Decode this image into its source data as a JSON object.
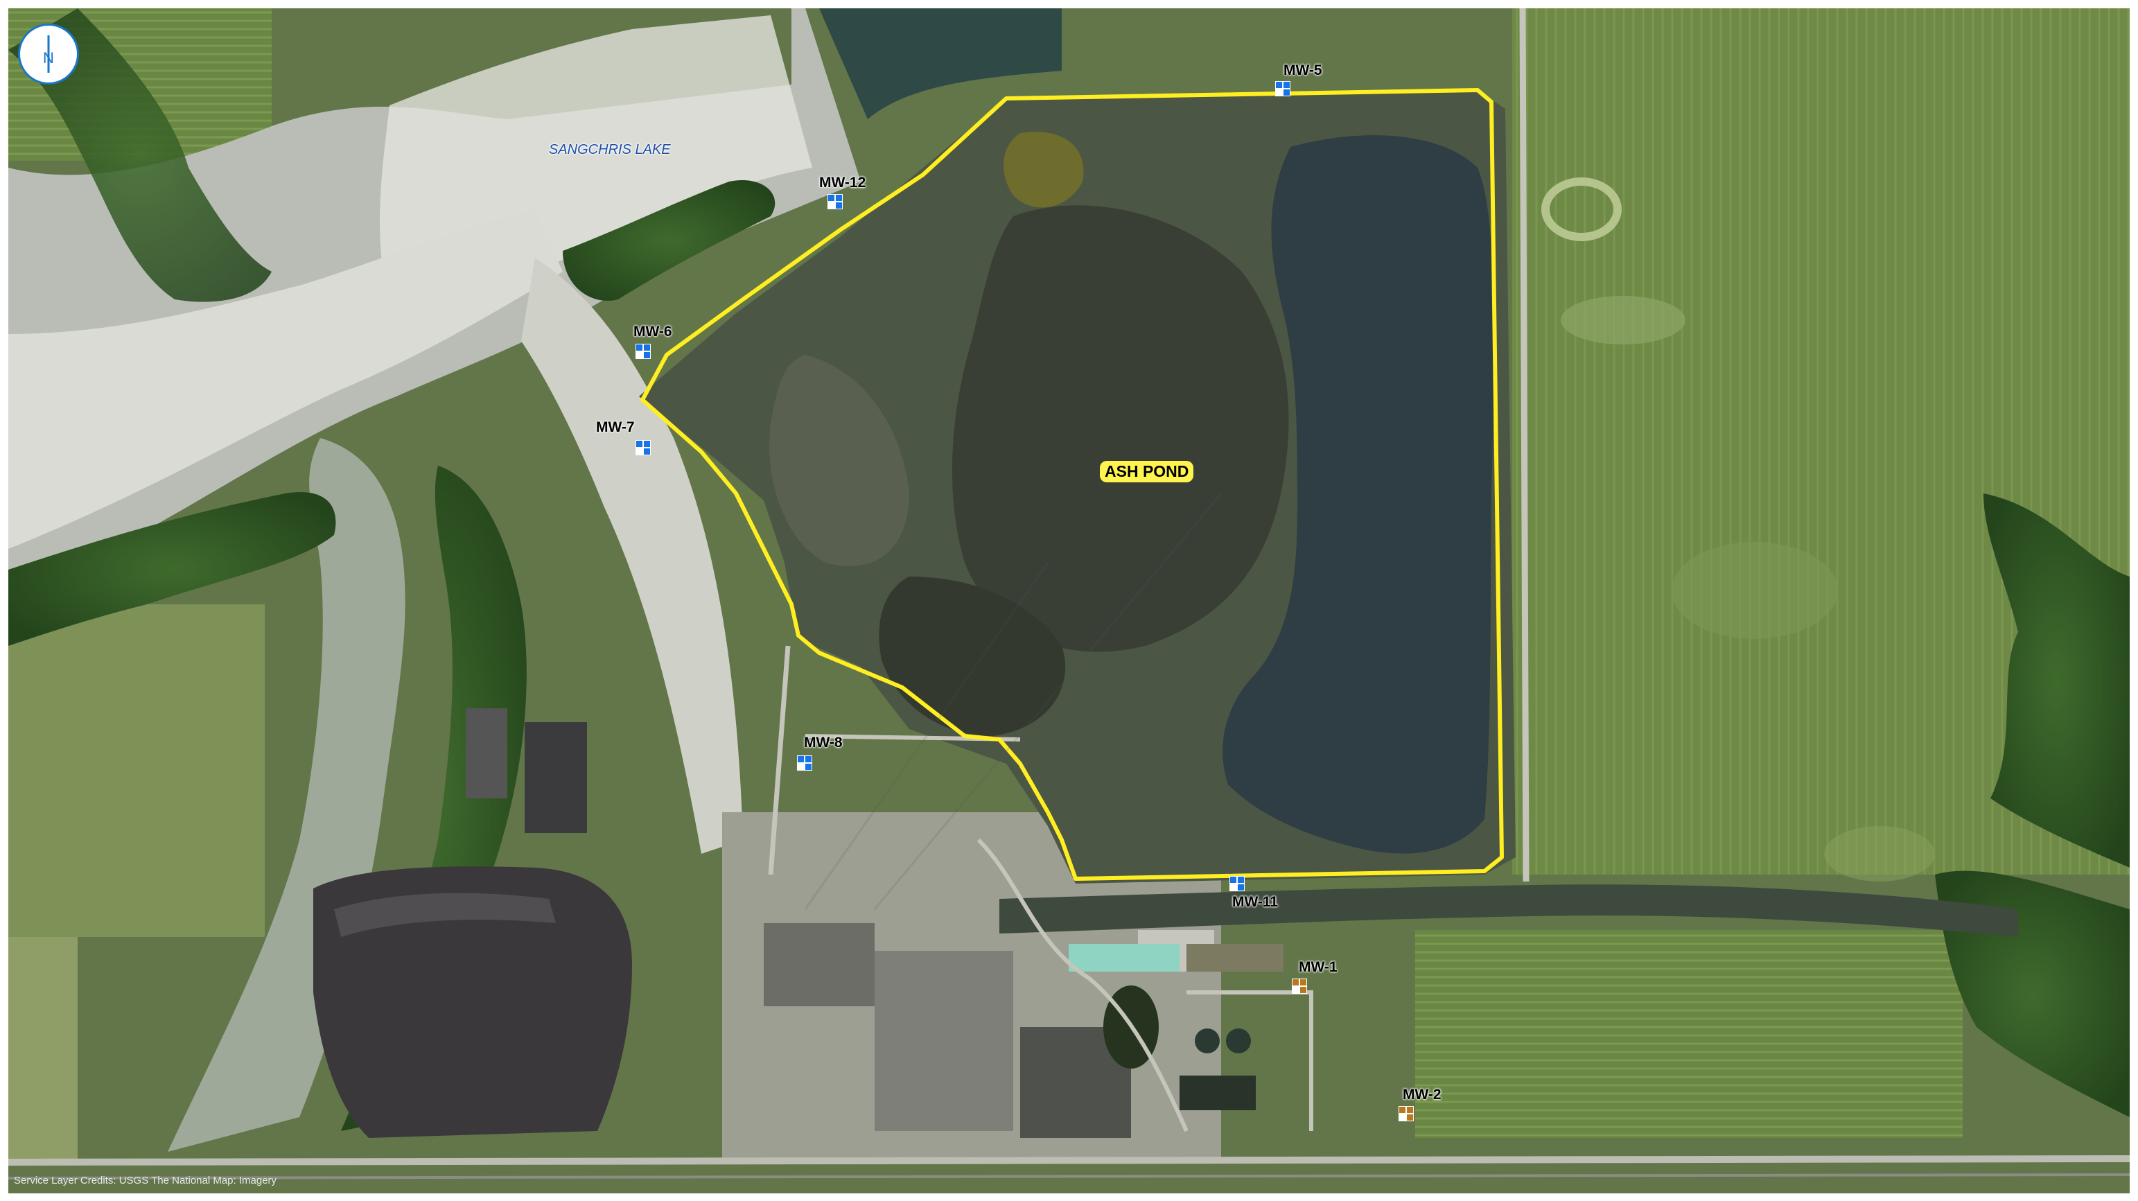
{
  "map": {
    "labels": {
      "lake": "SANGCHRIS LAKE",
      "pond": "ASH POND"
    },
    "wells": [
      {
        "id": "MW-5",
        "type": "monitoring"
      },
      {
        "id": "MW-12",
        "type": "monitoring"
      },
      {
        "id": "MW-6",
        "type": "monitoring"
      },
      {
        "id": "MW-7",
        "type": "monitoring"
      },
      {
        "id": "MW-8",
        "type": "monitoring"
      },
      {
        "id": "MW-11",
        "type": "monitoring"
      },
      {
        "id": "MW-1",
        "type": "background"
      },
      {
        "id": "MW-2",
        "type": "background"
      }
    ],
    "credits": "Service Layer Credits: USGS The National Map: Imagery",
    "north_arrow": {
      "icon": "north-arrow-icon",
      "letter": "N"
    },
    "colors": {
      "boundary": "#ffee22",
      "monitoring_well": "#1673e8",
      "background_well": "#b7781f",
      "lake_label": "#1f4fa8"
    }
  }
}
